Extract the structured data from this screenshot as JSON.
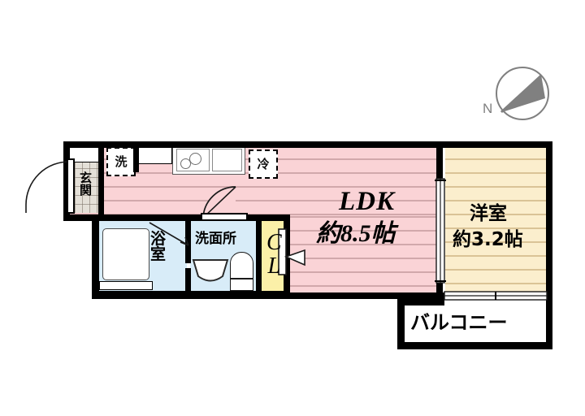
{
  "plan": {
    "compass": {
      "label": "N",
      "arrow_direction": "northeast",
      "color": "#808080"
    },
    "rooms": [
      {
        "key": "ldk",
        "name": "LDK",
        "area": "約8.5帖",
        "color": "#fad3d6"
      },
      {
        "key": "washitsu",
        "name": "洋室",
        "area": "約3.2帖",
        "color": "#fbeecd"
      },
      {
        "key": "balcony",
        "name": "バルコニー",
        "area": "",
        "color": "#ffffff"
      },
      {
        "key": "bath",
        "name": "浴室",
        "area": "",
        "color": "#d8ecf8"
      },
      {
        "key": "washroom",
        "name": "洗面所",
        "area": "",
        "color": "#d8ecf8"
      },
      {
        "key": "closet",
        "name": "CL",
        "area": "",
        "color": "#fbf0a8"
      },
      {
        "key": "entrance",
        "name": "玄関",
        "area": "",
        "color": "#e4e0d8"
      }
    ],
    "labels": {
      "ldk_name": "LDK",
      "ldk_area": "約8.5帖",
      "yoshitsu_name": "洋室",
      "yoshitsu_area": "約3.2帖",
      "balcony": "バルコニー",
      "bathroom": "浴室",
      "washroom": "洗面所",
      "entrance_char1": "玄",
      "entrance_char2": "関",
      "bath_char1": "浴",
      "bath_char2": "室",
      "closet_c": "C",
      "closet_l": "L"
    },
    "appliances": [
      {
        "key": "washer",
        "symbol": "洗",
        "meaning": "washing-machine-space"
      },
      {
        "key": "fridge",
        "symbol": "冷",
        "meaning": "refrigerator-space"
      }
    ],
    "fixtures": [
      "kitchen-stove-two-burner",
      "kitchen-sink",
      "bathtub",
      "toilet",
      "vanity-sink",
      "entrance-door",
      "balcony-sliding-door",
      "ldk-sliding-door",
      "closet-door",
      "washroom-door"
    ],
    "colors": {
      "wall": "#000000",
      "ldk_floor": "#fad3d6",
      "ldk_plank": "#c9a0a3",
      "yoshitsu_floor": "#fbeecd",
      "yoshitsu_plank": "#d3bb8c",
      "wet_area": "#d8ecf8",
      "closet": "#fbf0a8",
      "entrance_tile": "#e4e0d8",
      "background": "#ffffff"
    }
  }
}
